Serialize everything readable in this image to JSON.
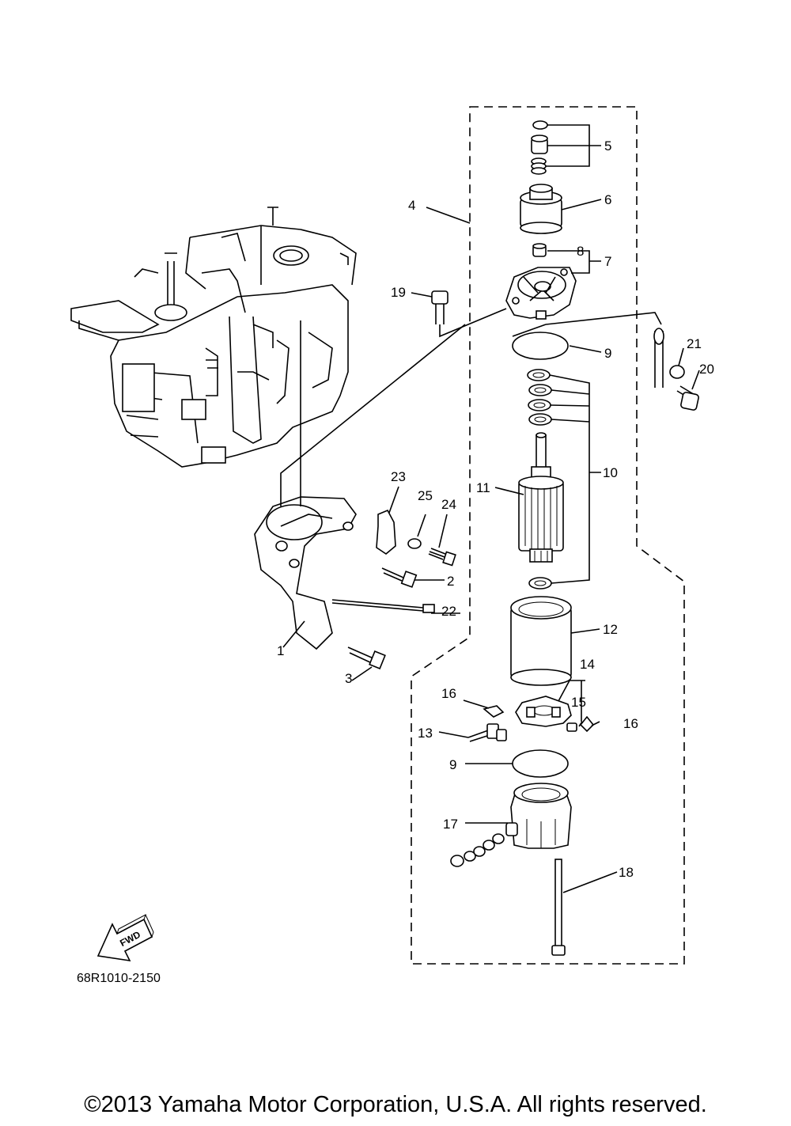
{
  "diagram": {
    "callouts": [
      "1",
      "2",
      "3",
      "4",
      "5",
      "6",
      "7",
      "8",
      "9",
      "10",
      "11",
      "12",
      "13",
      "14",
      "15",
      "16",
      "17",
      "18",
      "19",
      "20",
      "21",
      "22",
      "23",
      "24",
      "25"
    ],
    "fwd_arrow_label": "FWD",
    "fwd_arrow_icon": "fwd-arrow-icon",
    "catalog_code": "68R1010-2150"
  },
  "footer": {
    "copyright": "©2013 Yamaha Motor Corporation, U.S.A. All rights reserved."
  }
}
